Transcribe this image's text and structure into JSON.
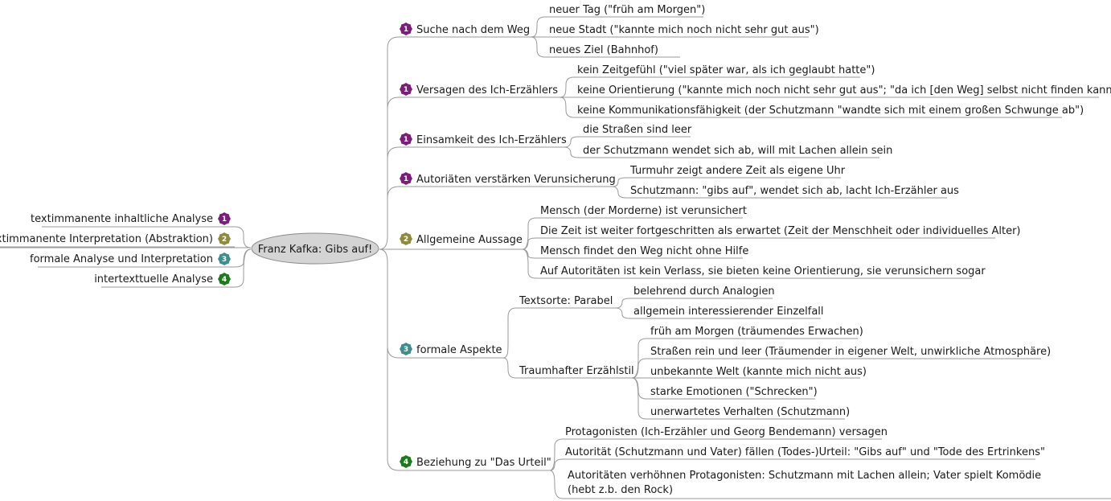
{
  "central": "Franz Kafka: Gibs auf!",
  "colors": {
    "1": "#7a1e7a",
    "2": "#8f8a3c",
    "3": "#3b8f8f",
    "4": "#1e7a1e",
    "center_fill": "#d4d4d4",
    "line": "#9a9a9a"
  },
  "left": [
    {
      "label": "textimmanente inhaltliche Analyse",
      "priority": "1"
    },
    {
      "label": "textimmanente Interpretation (Abstraktion)",
      "priority": "2"
    },
    {
      "label": "formale Analyse und Interpretation",
      "priority": "3"
    },
    {
      "label": "intertexttuelle Analyse",
      "priority": "4"
    }
  ],
  "right": [
    {
      "label": "Suche nach dem Weg",
      "priority": "1",
      "children": [
        "neuer Tag (\"früh am Morgen\")",
        "neue Stadt (\"kannte mich noch nicht sehr gut aus\")",
        "neues Ziel (Bahnhof)"
      ]
    },
    {
      "label": "Versagen des Ich-Erzählers",
      "priority": "1",
      "children": [
        "kein Zeitgefühl (\"viel später war, als ich geglaubt hatte\")",
        "keine Orientierung (\"kannte mich noch nicht sehr gut aus\"; \"da ich [den Weg] selbst nicht finden kann\")",
        "keine Kommunikationsfähigkeit (der Schutzmann \"wandte sich mit einem großen Schwunge ab\")"
      ]
    },
    {
      "label": "Einsamkeit des Ich-Erzählers",
      "priority": "1",
      "children": [
        "die Straßen sind leer",
        "der Schutzmann wendet sich ab, will mit Lachen allein sein"
      ]
    },
    {
      "label": "Autoriäten verstärken Verunsicherung",
      "priority": "1",
      "children": [
        "Turmuhr zeigt andere Zeit als eigene Uhr",
        "Schutzmann: \"gibs auf\", wendet sich ab, lacht Ich-Erzähler aus"
      ]
    },
    {
      "label": "Allgemeine Aussage",
      "priority": "2",
      "children": [
        "Mensch (der Morderne) ist verunsichert",
        "Die Zeit ist weiter fortgeschritten als erwartet (Zeit der Menschheit oder individuelles Alter)",
        "Mensch findet den Weg nicht ohne Hilfe",
        "Auf Autoritäten ist kein Verlass, sie bieten keine Orientierung, sie verunsichern sogar"
      ]
    },
    {
      "label": "formale Aspekte",
      "priority": "3",
      "children": [
        {
          "label": "Textsorte: Parabel",
          "children": [
            "belehrend durch Analogien",
            "allgemein interessierender Einzelfall"
          ]
        },
        {
          "label": "Traumhafter Erzählstil",
          "children": [
            "früh am Morgen (träumendes Erwachen)",
            "Straßen rein und leer (Träumender in eigener Welt, unwirkliche Atmosphäre)",
            "unbekannte Welt (kannte mich nicht aus)",
            "starke Emotionen (\"Schrecken\")",
            "unerwartetes Verhalten (Schutzmann)"
          ]
        }
      ]
    },
    {
      "label": "Beziehung zu \"Das Urteil\"",
      "priority": "4",
      "children": [
        "Protagonisten (Ich-Erzähler und Georg Bendemann) versagen",
        "Autorität (Schutzmann und Vater) fällen (Todes-)Urteil: \"Gibs auf\" und \"Tode des Ertrinkens\"",
        "Autoritäten verhöhnen Protagonisten: Schutzmann mit Lachen allein; Vater spielt Komödie (hebt z.b. den Rock)"
      ]
    }
  ]
}
